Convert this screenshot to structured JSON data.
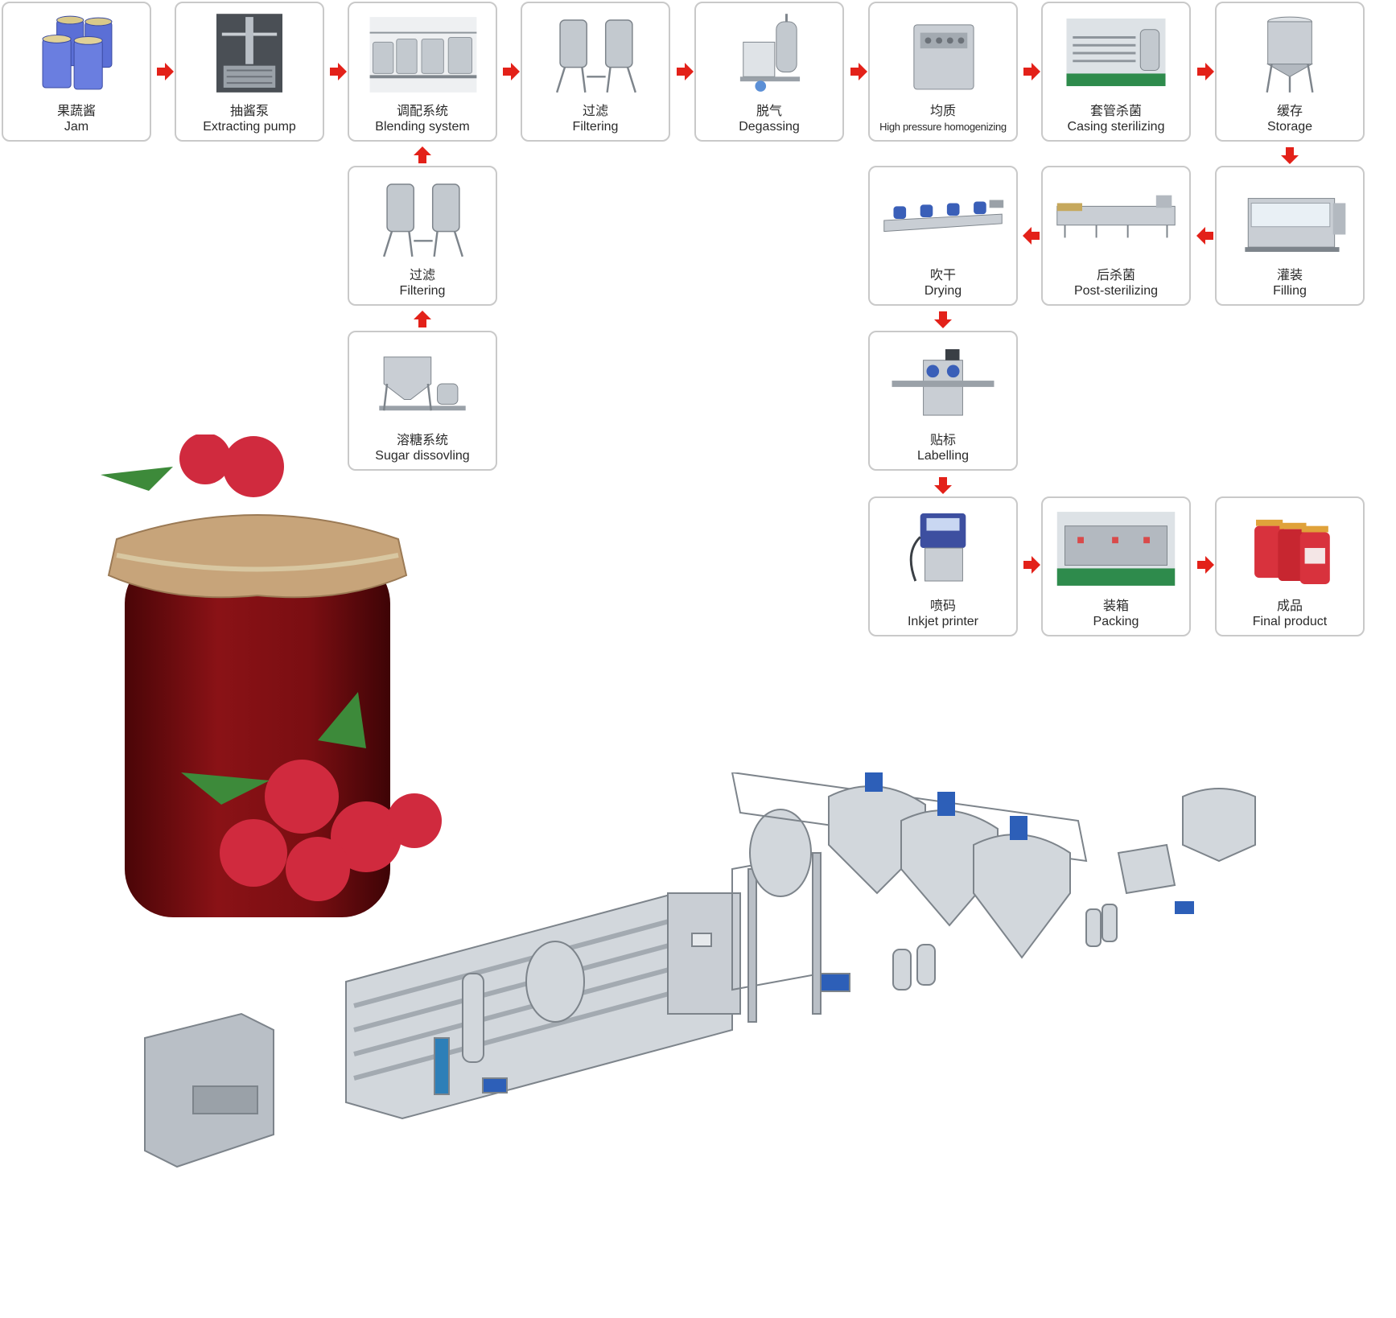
{
  "colors": {
    "arrow": "#e32119",
    "border": "#c9c9c9",
    "steel": "#b9bfc6",
    "jam": "#7a0e12"
  },
  "steps": [
    {
      "zh": "果蔬酱",
      "en": "Jam",
      "icon": "jam-drums-icon"
    },
    {
      "zh": "抽酱泵",
      "en": "Extracting pump",
      "icon": "pump-rig-icon"
    },
    {
      "zh": "调配系统",
      "en": "Blending system",
      "icon": "blending-tanks-icon"
    },
    {
      "zh": "过滤",
      "en": "Filtering",
      "icon": "twin-filter-icon"
    },
    {
      "zh": "脱气",
      "en": "Degassing",
      "icon": "degasser-icon"
    },
    {
      "zh": "均质",
      "en": "High pressure homogenizing",
      "icon": "homogenizer-icon"
    },
    {
      "zh": "套管杀菌",
      "en": "Casing sterilizing",
      "icon": "tube-sterilizer-icon"
    },
    {
      "zh": "缓存",
      "en": "Storage",
      "icon": "storage-tank-icon"
    },
    {
      "zh": "过滤",
      "en": "Filtering",
      "icon": "twin-filter-icon"
    },
    {
      "zh": "溶糖系统",
      "en": "Sugar dissovling",
      "icon": "sugar-dissolver-icon"
    },
    {
      "zh": "灌装",
      "en": "Filling",
      "icon": "filling-machine-icon"
    },
    {
      "zh": "后杀菌",
      "en": "Post-sterilizing",
      "icon": "tunnel-sterilizer-icon"
    },
    {
      "zh": "吹干",
      "en": "Drying",
      "icon": "air-dryer-icon"
    },
    {
      "zh": "贴标",
      "en": "Labelling",
      "icon": "labeller-icon"
    },
    {
      "zh": "喷码",
      "en": "Inkjet printer",
      "icon": "inkjet-printer-icon"
    },
    {
      "zh": "装箱",
      "en": "Packing",
      "icon": "case-packer-icon"
    },
    {
      "zh": "成品",
      "en": "Final product",
      "icon": "jam-jars-icon"
    }
  ]
}
